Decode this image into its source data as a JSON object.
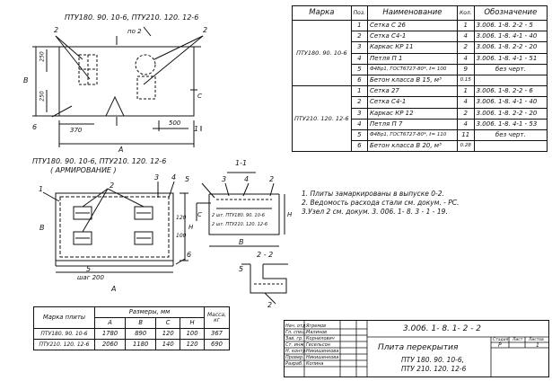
{
  "drawing": {
    "plan_title": "ПТУ180. 90. 10-6, ПТУ210. 120. 12-6",
    "reinf_title": "ПТУ180. 90. 10-6, ПТУ210. 120. 12-6",
    "reinf_subtitle": "( АРМИРОВАНИЕ )",
    "plan_labels": {
      "section": "по 2",
      "b_dim": "В",
      "a_dim": "А",
      "c_dim": "С",
      "dim_250_top": "250",
      "dim_250_bottom": "250",
      "dim_370": "370",
      "dim_500": "500",
      "call_2a": "2",
      "call_2b": "2",
      "call_6": "6",
      "call_1": "1"
    },
    "reinf_labels": {
      "c1": "1",
      "c2": "2",
      "c3": "3",
      "c4": "4",
      "c5": "5",
      "c6": "6",
      "b_dim": "В",
      "a_dim": "А",
      "h_dim": "Н",
      "step_label": "5",
      "step_value": "шаг 200",
      "dim_120": "120",
      "dim_100": "100"
    },
    "section11": {
      "title": "1-1",
      "c3": "3",
      "c4": "4",
      "c5": "5",
      "c2": "2",
      "note1": "2 шт. ПТУ180. 90. 10-6",
      "note2": "2 шт. ПТУ210. 120. 12-6",
      "b_dim": "В",
      "h_dim": "Н",
      "c_dim": "С"
    },
    "section22": {
      "title": "2 - 2",
      "c5": "5",
      "c2": "2"
    }
  },
  "notes": [
    "1. Плиты замаркированы в выпуске 0-2.",
    "2. Ведомость расхода стали см. докум. - РС.",
    "3.Узел 2 см. докум. 3. 006. 1- 8. 3 - 1 - 19."
  ],
  "spec": {
    "headers": [
      "Марка",
      "Поз.",
      "Наименование",
      "Кол.",
      "Обозначение"
    ],
    "groups": [
      {
        "mark": "ПТУ180. 90. 10-6",
        "rows": [
          [
            "1",
            "Сетка  С 26",
            "1",
            "3.006. 1-8. 2-2 - 5"
          ],
          [
            "2",
            "Сетка  С4-1",
            "4",
            "3.006. 1-8. 4-1 - 40"
          ],
          [
            "3",
            "Каркас  КР 11",
            "2",
            "3.006. 1-8. 2-2 - 20"
          ],
          [
            "4",
            "Петля  П 1",
            "4",
            "3.006. 1-8. 4-1 - 51"
          ],
          [
            "5",
            "Ф4Вр1, ГОСТ6727-80*, ℓ= 100",
            "9",
            "без черт."
          ],
          [
            "6",
            "Бетон класса В 15, м³",
            "0.15",
            ""
          ]
        ]
      },
      {
        "mark": "ПТУ210. 120. 12-6",
        "rows": [
          [
            "1",
            "Сетка  27",
            "1",
            "3.006. 1-8. 2-2 - 6"
          ],
          [
            "2",
            "Сетка  С4-1",
            "4",
            "3.006. 1-8. 4-1 - 40"
          ],
          [
            "3",
            "Каркас  КР 12",
            "2",
            "3.006. 1-8. 2-2 - 20"
          ],
          [
            "4",
            "Петля  П 7",
            "4",
            "3.006. 1-8. 4-1 - 53"
          ],
          [
            "5",
            "Ф4Вр1, ГОСТ6727-80*, ℓ= 110",
            "11",
            "без черт."
          ],
          [
            "6",
            "Бетон класса В 20, м³",
            "0.28",
            ""
          ]
        ]
      }
    ]
  },
  "dims_table": {
    "header_mark": "Марка плиты",
    "header_dims": "Размеры, мм",
    "header_mass": "Масса, кг",
    "cols": [
      "А",
      "В",
      "С",
      "Н"
    ],
    "rows": [
      [
        "ПТУ180. 90. 10-6",
        "1780",
        "890",
        "120",
        "100",
        "367"
      ],
      [
        "ПТУ210. 120. 12-6",
        "2060",
        "1180",
        "140",
        "120",
        "690"
      ]
    ]
  },
  "title_block": {
    "code": "3.006. 1- 8. 1- 2 - 2",
    "name": "Плита перекрытия",
    "marks": [
      "ПТУ 180. 90. 10-6,",
      "ПТУ 210. 120. 12-6"
    ],
    "stage_label": "Стадия",
    "sheet_label": "Лист",
    "sheets_label": "Листов",
    "stage": "Р",
    "sheet": "1",
    "roles": [
      "Нач. отд.",
      "Гл. спец.",
      "Зав. гр.",
      "Ст. инж.",
      "Н. контр.",
      "Провер.",
      "Разраб."
    ],
    "names": [
      "Ягремов",
      "Малинов",
      "Корнилович",
      "Гесельсон",
      "Никишенкова",
      "Никишенкова",
      "Копина"
    ]
  }
}
